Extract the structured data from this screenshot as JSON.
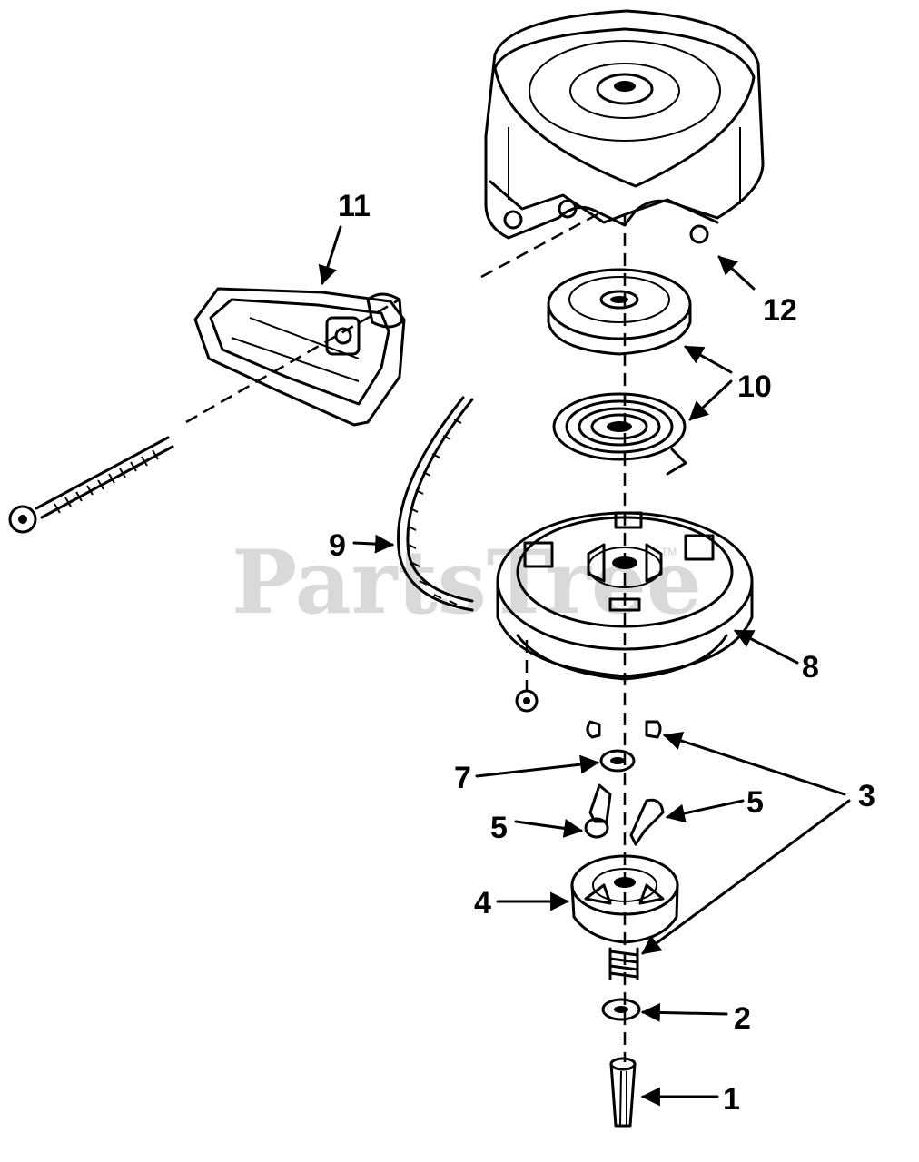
{
  "watermark": "PartsTree",
  "watermark_tm": "TM",
  "callouts": {
    "c1": "1",
    "c2": "2",
    "c3": "3",
    "c4": "4",
    "c5a": "5",
    "c5b": "5",
    "c7": "7",
    "c8": "8",
    "c9": "9",
    "c10": "10",
    "c11": "11",
    "c12": "12"
  }
}
